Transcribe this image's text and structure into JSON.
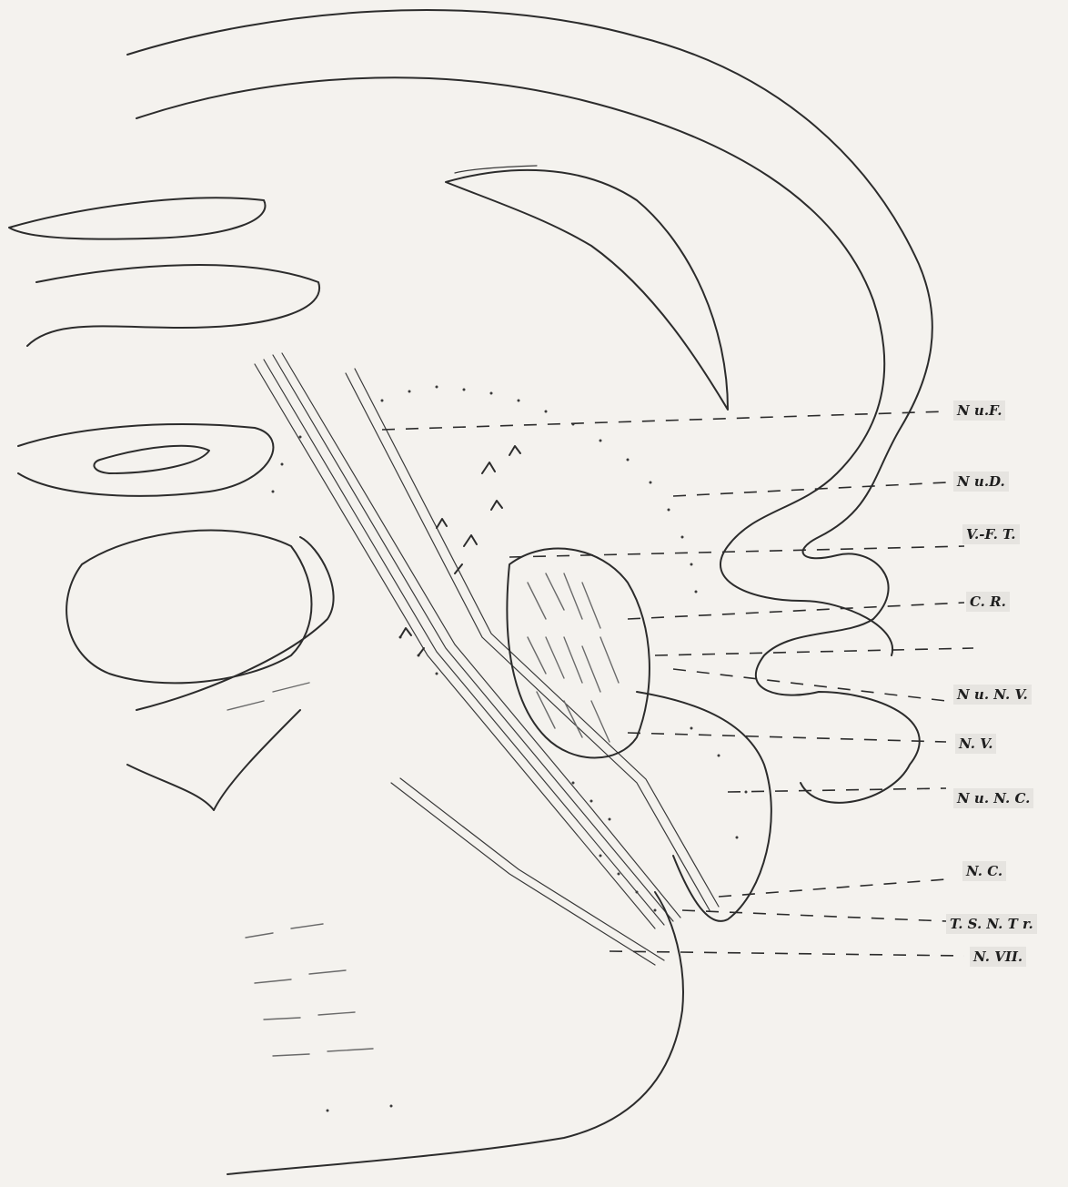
{
  "labels": [
    {
      "id": "nu-f",
      "text": "N u.F."
    },
    {
      "id": "nu-d",
      "text": "N u.D."
    },
    {
      "id": "v-f-t",
      "text": "V.-F. T."
    },
    {
      "id": "c-r",
      "text": "C. R."
    },
    {
      "id": "nu-n-v",
      "text": "N u. N. V."
    },
    {
      "id": "n-v",
      "text": "N. V."
    },
    {
      "id": "nu-n-c",
      "text": "N u. N. C."
    },
    {
      "id": "n-c",
      "text": "N. C."
    },
    {
      "id": "t-s-n-t",
      "text": "T. S. N. T r."
    },
    {
      "id": "n-vii",
      "text": "N. VII."
    }
  ]
}
